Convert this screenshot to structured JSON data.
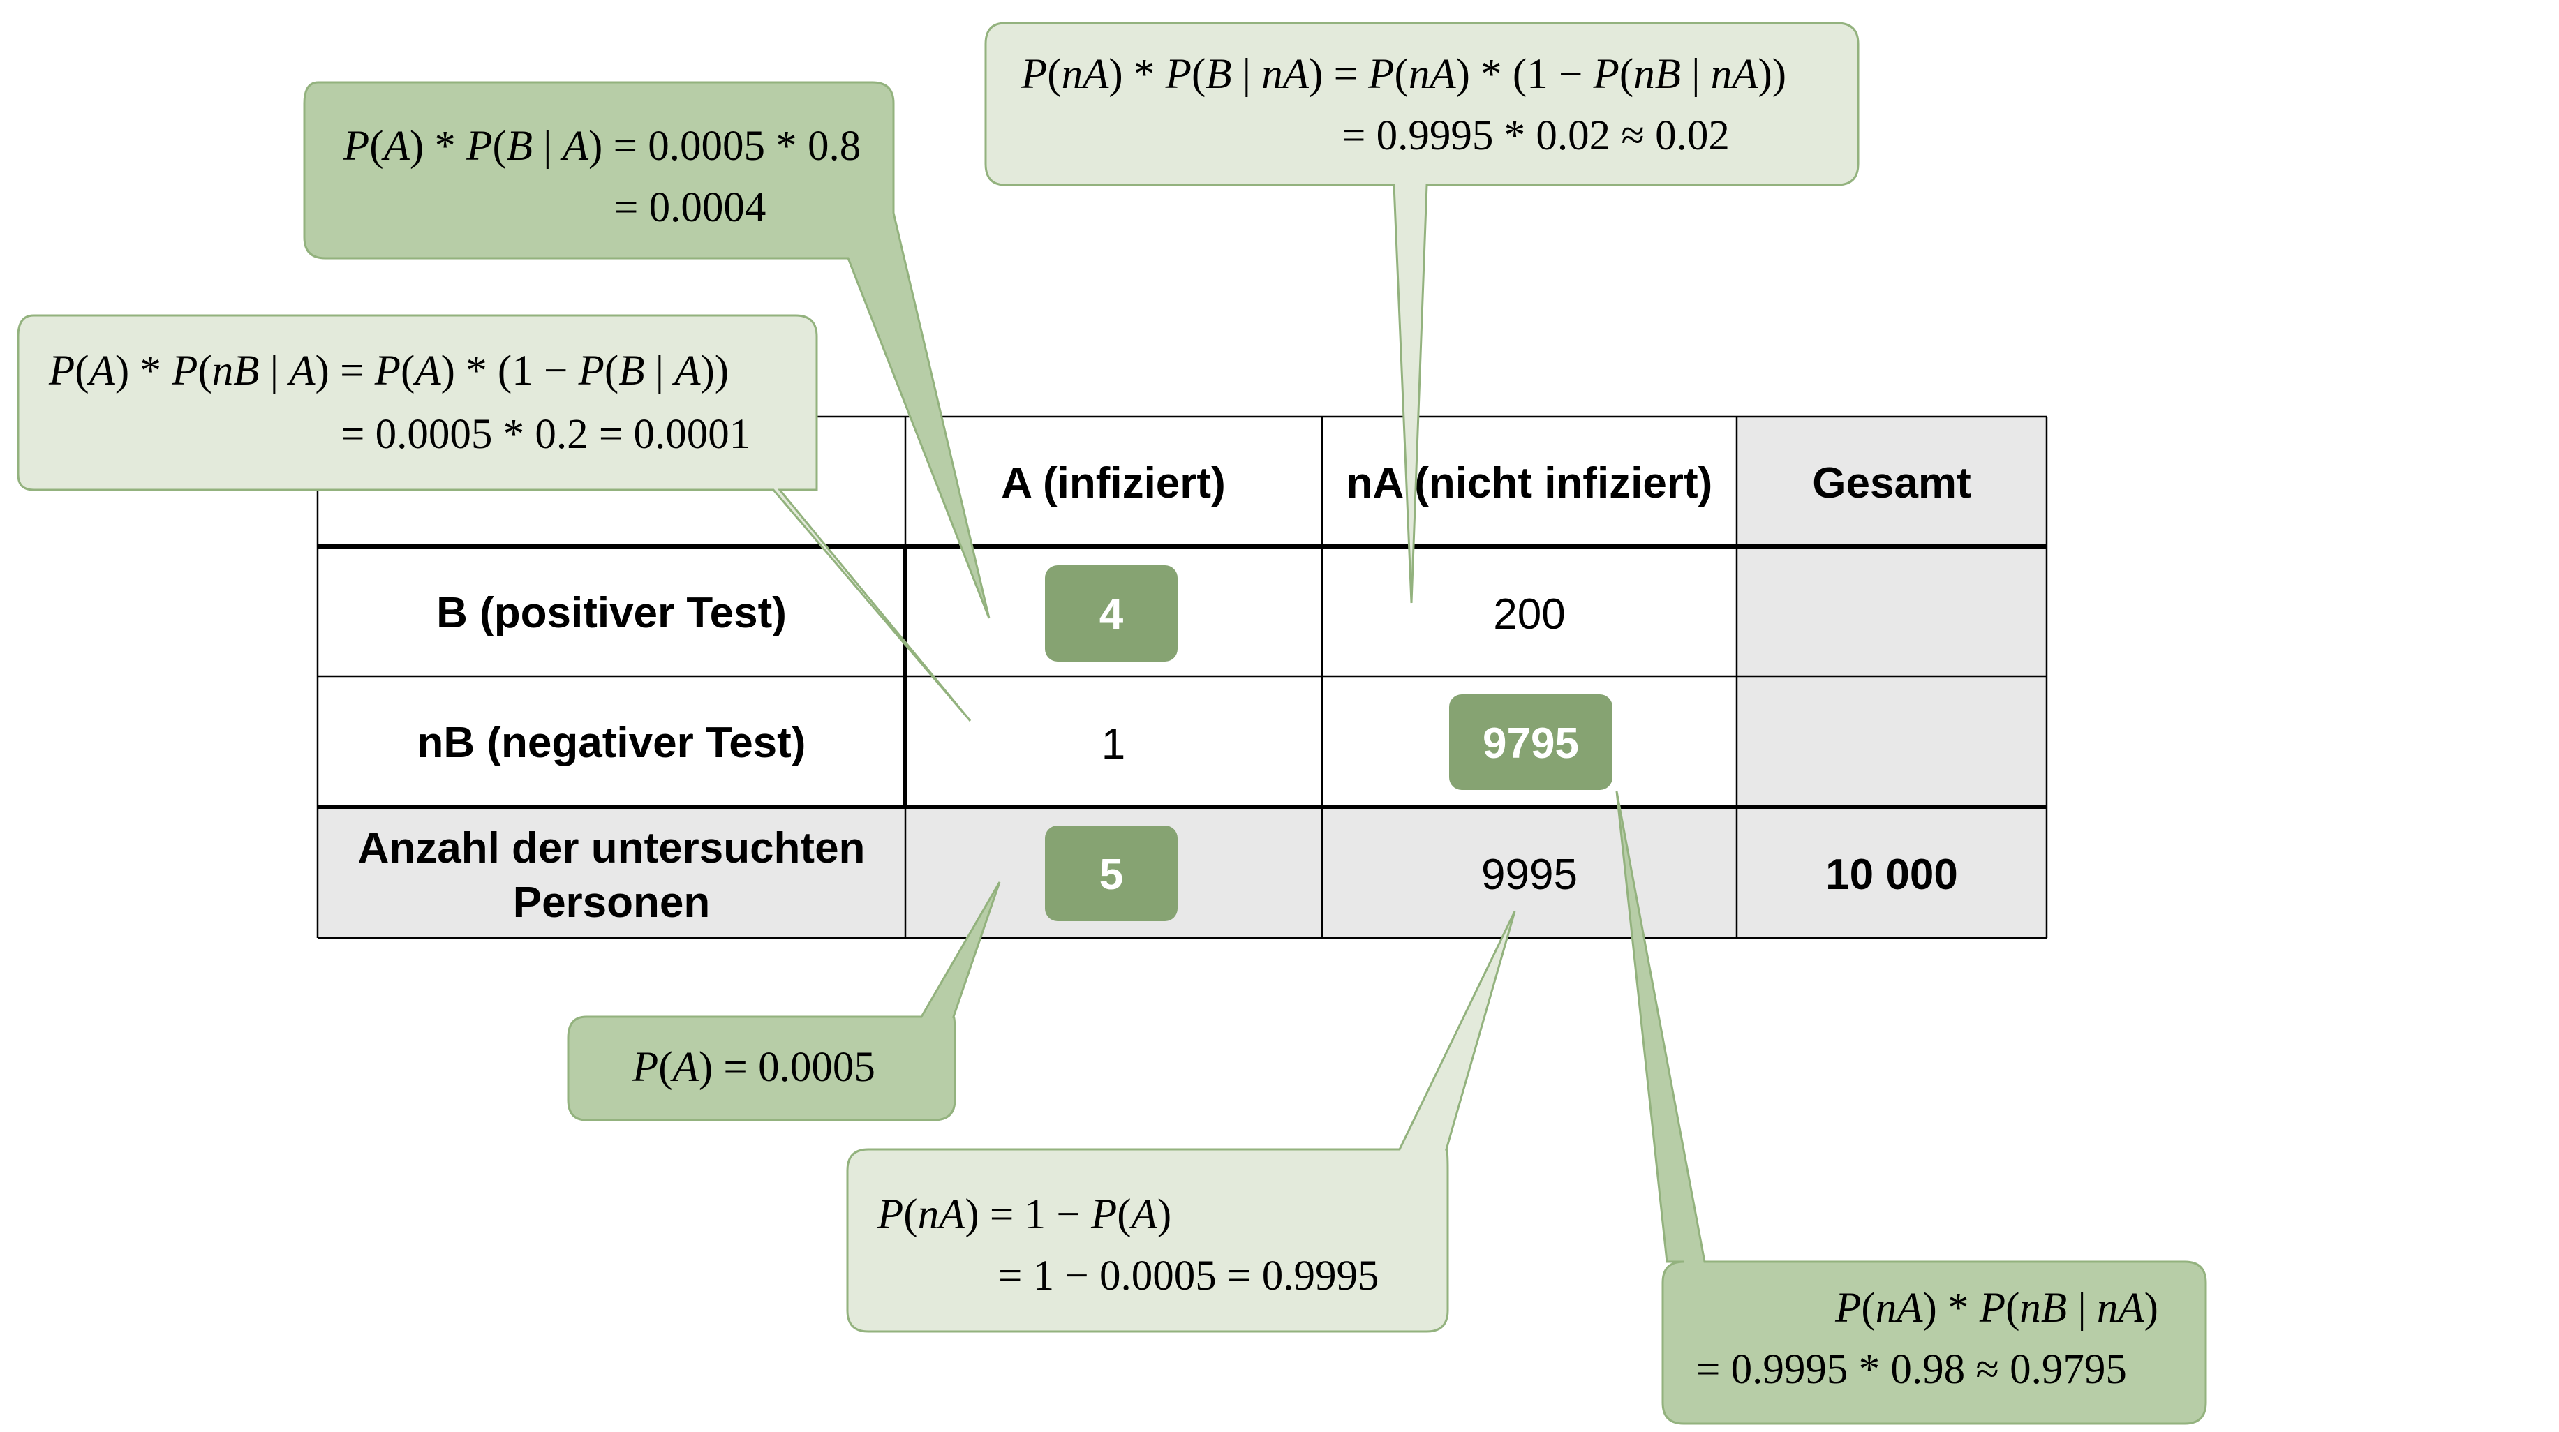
{
  "table": {
    "headers": {
      "infected": "A (infiziert)",
      "not_infected": "nA (nicht infiziert)",
      "total": "Gesamt"
    },
    "rows": [
      {
        "label": "B (positiver Test)",
        "infected": "4",
        "not_infected": "200",
        "total": ""
      },
      {
        "label": "nB (negativer Test)",
        "infected": "1",
        "not_infected": "9795",
        "total": ""
      },
      {
        "label_line1": "Anzahl der untersuchten",
        "label_line2": "Personen",
        "infected": "5",
        "not_infected": "9995",
        "total": "10 000"
      }
    ]
  },
  "callouts": {
    "pa_pba": {
      "line1": "P(A) * P(B|A) = 0.0005 * 0.8",
      "line2": "= 0.0004"
    },
    "pa_pnba": {
      "line1": "P(A) * P(nB|A) = P(A) * (1 − P(B|A))",
      "line2": "= 0.0005 * 0.2 = 0.0001"
    },
    "pna_pbna": {
      "line1": "P(nA) * P(B|nA) = P(nA) * (1 − P(nB|nA))",
      "line2": "= 0.9995 * 0.02 ≈ 0.02"
    },
    "pa": {
      "line1": "P(A) = 0.0005"
    },
    "pna": {
      "line1": "P(nA) = 1 − P(A)",
      "line2": "= 1 − 0.0005 = 0.9995"
    },
    "pna_pnbna": {
      "line1": "P(nA) * P(nB|nA)",
      "line2": "= 0.9995 * 0.98 ≈ 0.9795"
    }
  },
  "colors": {
    "callout_dark": "#b7cda7",
    "callout_light": "#e3eadb",
    "callout_border": "#93b27e",
    "badge": "#86a372",
    "shaded_cell": "#e8e8e8",
    "grid": "#000000"
  }
}
